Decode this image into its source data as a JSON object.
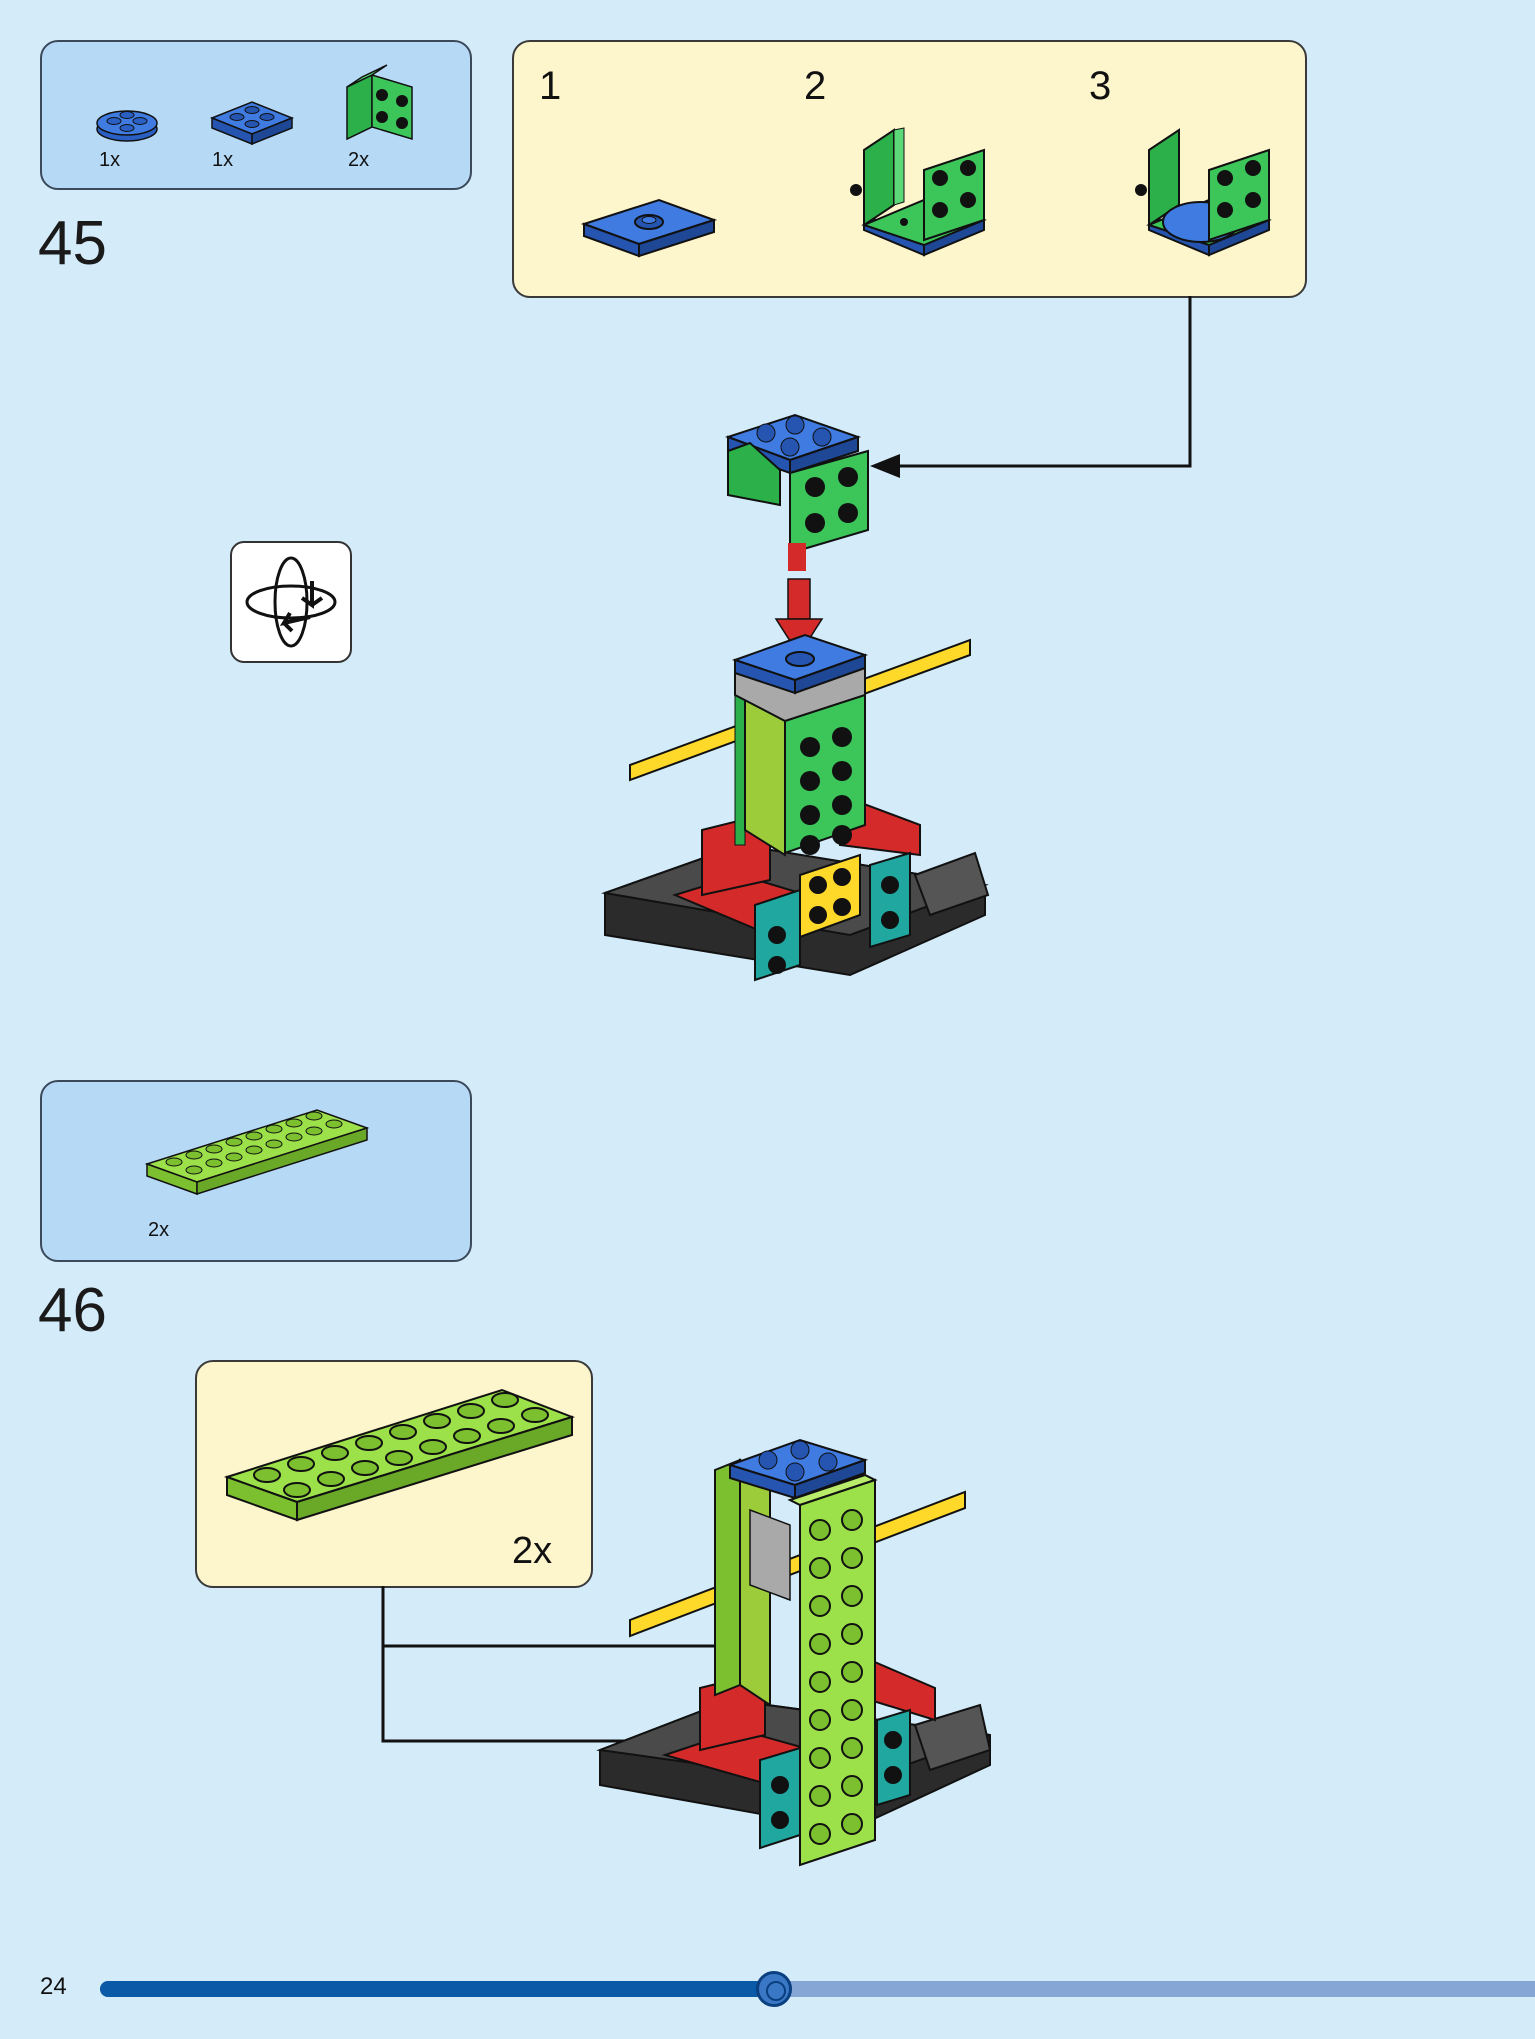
{
  "page": {
    "number": "24",
    "progress": 0.47
  },
  "steps": [
    {
      "number": "45",
      "parts": [
        {
          "qty": "1x",
          "name": "blue round plate 2x2"
        },
        {
          "qty": "1x",
          "name": "blue plate 2x2"
        },
        {
          "qty": "2x",
          "name": "green bracket 1x2 - 2x2"
        }
      ],
      "substeps": [
        "1",
        "2",
        "3"
      ],
      "rotate_icon": "rotate-model-icon"
    },
    {
      "number": "46",
      "parts": [
        {
          "qty": "2x",
          "name": "lime plate 2x8"
        }
      ],
      "callout_qty": "2x"
    }
  ],
  "colors": {
    "background": "#d4ecfa",
    "parts_box": "#b6daf6",
    "callout_box": "#fdf5cc",
    "progress_fill": "#0a5aa8",
    "progress_track": "#86a6d6"
  }
}
